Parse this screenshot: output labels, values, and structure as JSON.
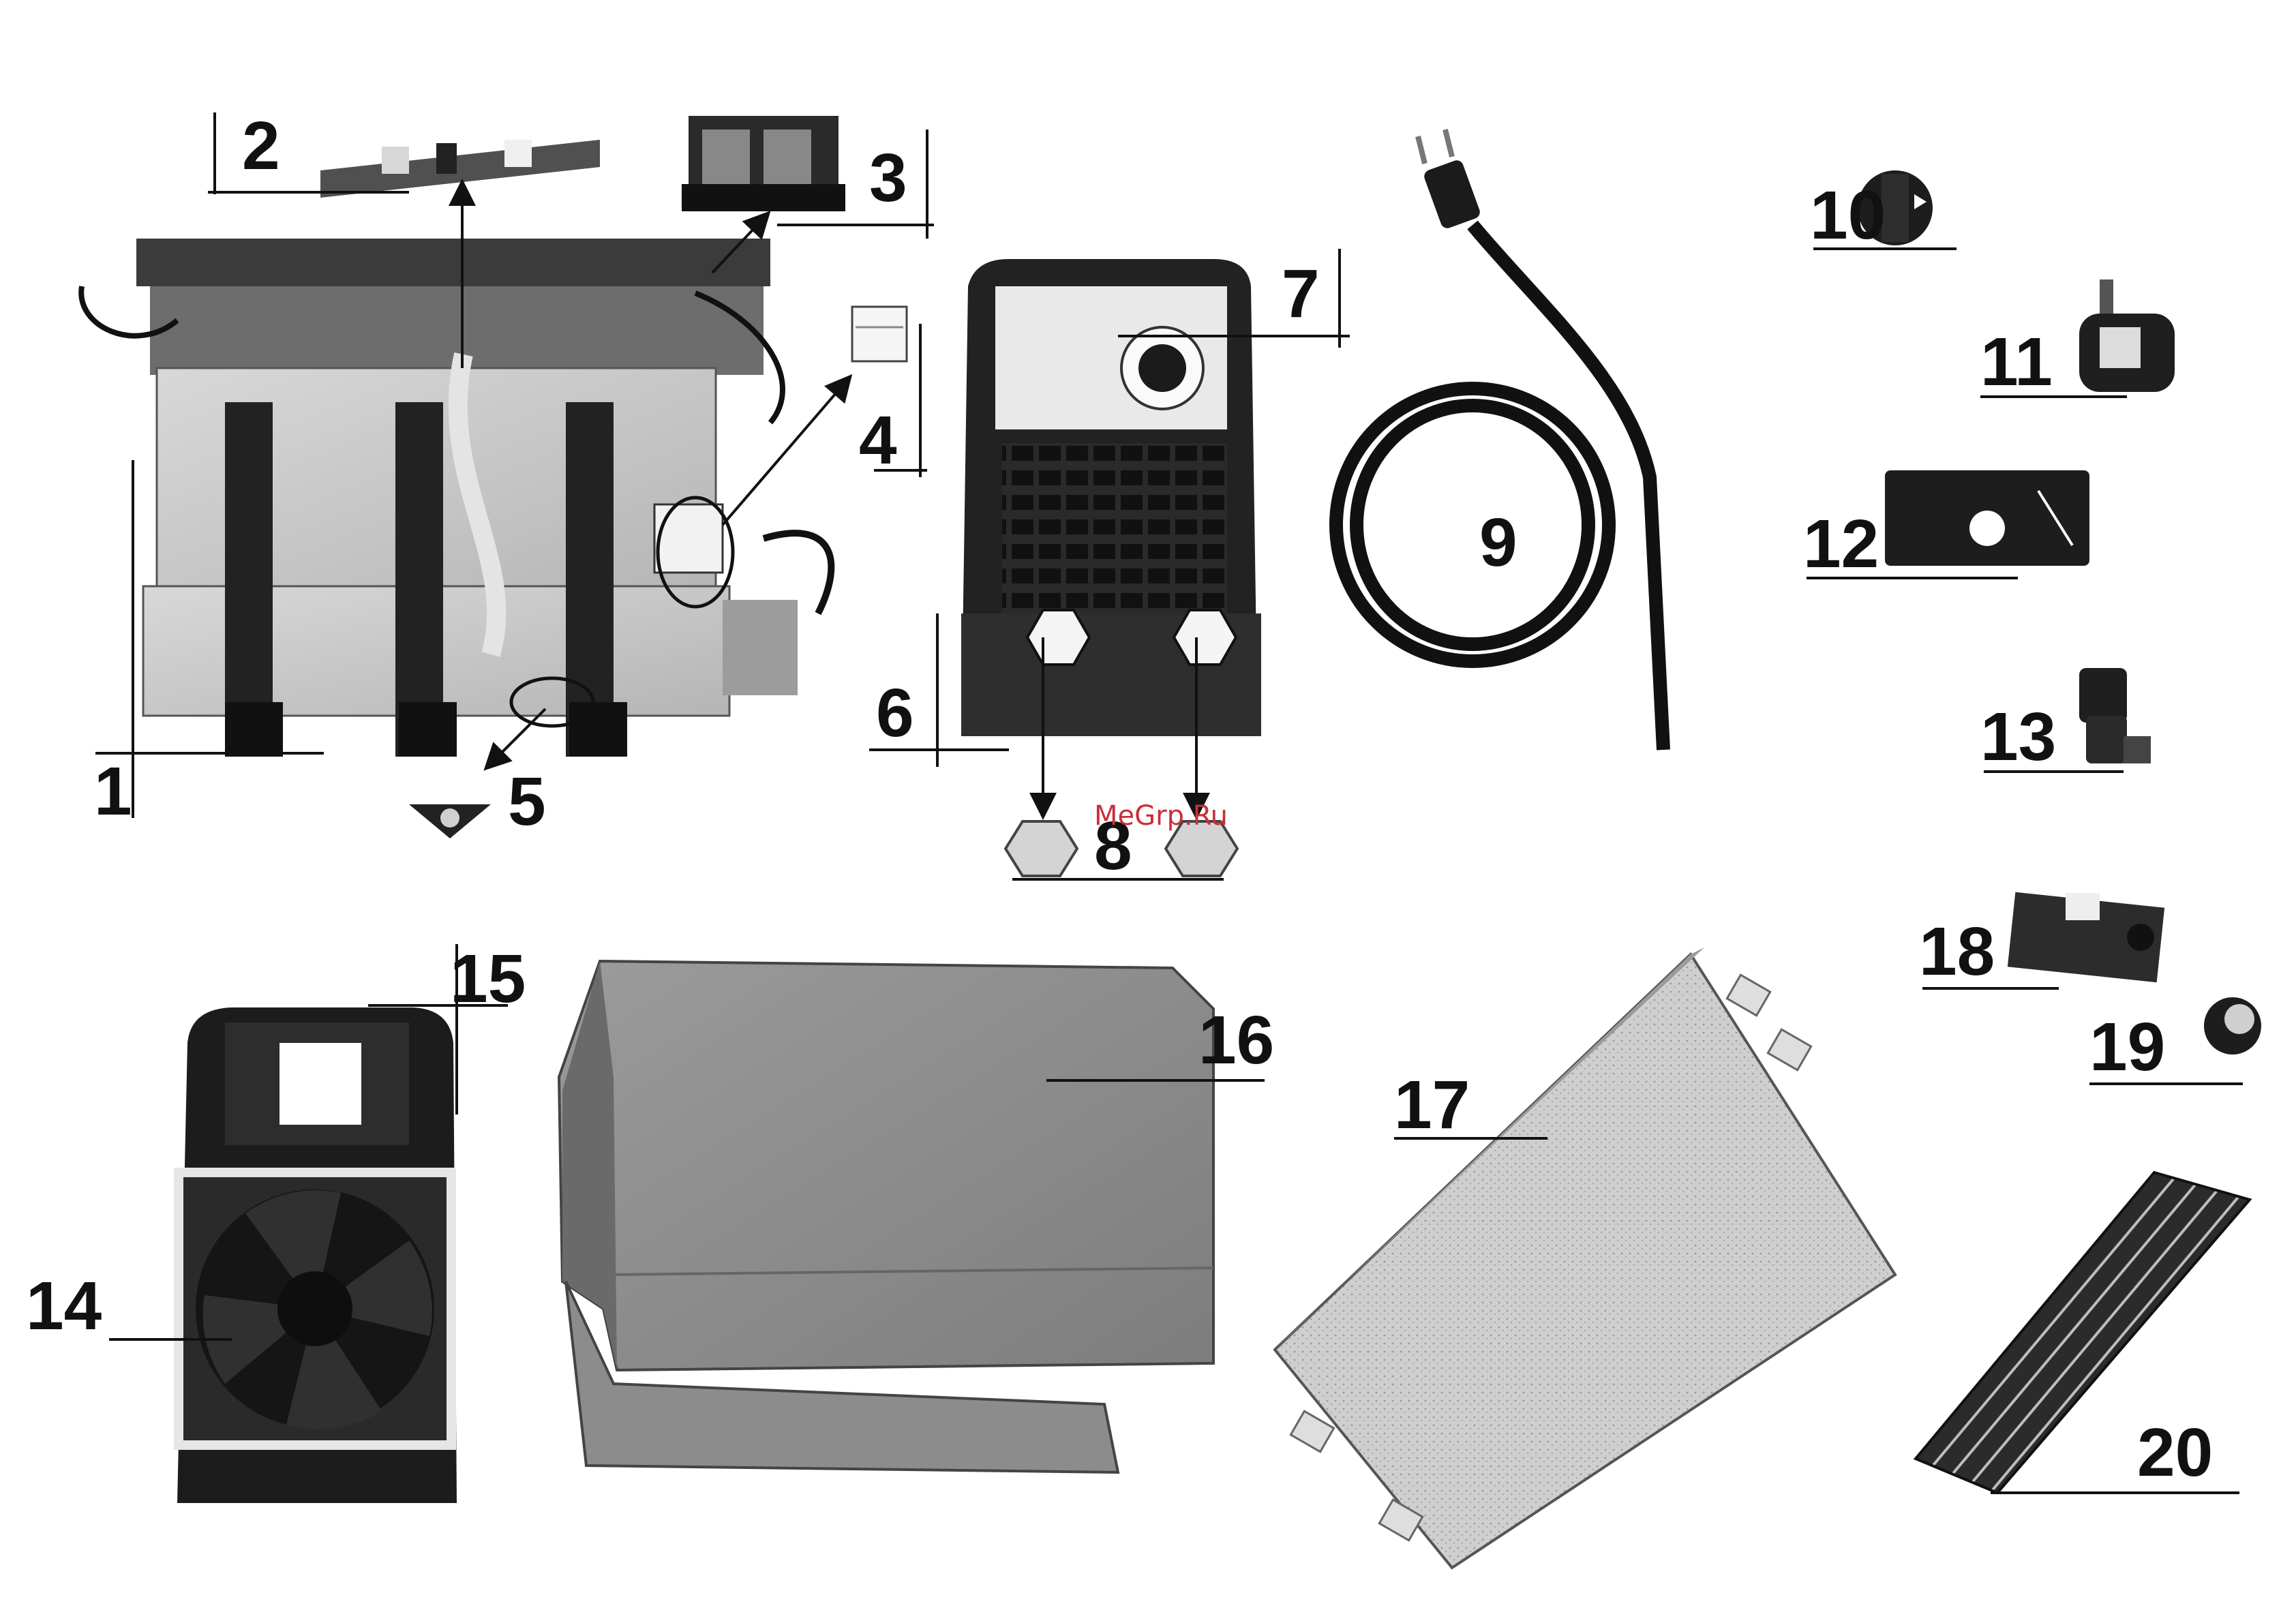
{
  "watermark": "MeGrp.Ru",
  "callouts": {
    "p1": "1",
    "p2": "2",
    "p3": "3",
    "p4": "4",
    "p5": "5",
    "p6": "6",
    "p7": "7",
    "p8": "8",
    "p9": "9",
    "p10": "10",
    "p11": "11",
    "p12": "12",
    "p13": "13",
    "p14": "14",
    "p15": "15",
    "p16": "16",
    "p17": "17",
    "p18": "18",
    "p19": "19",
    "p20": "20"
  },
  "colors": {
    "ink": "#111111",
    "cover_grey": "#8a8a8a",
    "metal": "#c9c9c9",
    "plastic": "#1d1d1d",
    "watermark": "#c8303a"
  }
}
